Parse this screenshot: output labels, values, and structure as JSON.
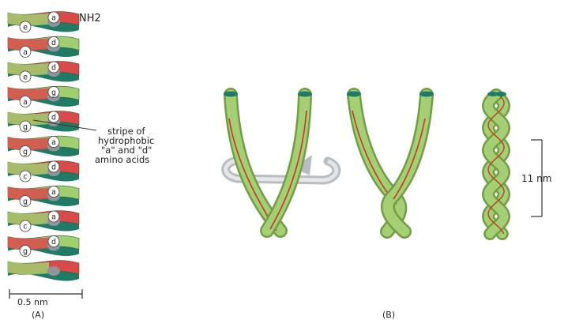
{
  "panel_a": {
    "terminal_label": "NH2",
    "residue_labels": [
      "a",
      "e",
      "d",
      "a",
      "d",
      "e",
      "g",
      "a",
      "d",
      "g",
      "a",
      "g",
      "d",
      "c",
      "a",
      "g",
      "a",
      "c",
      "d",
      "g"
    ],
    "scale_label": "0.5 nm",
    "panel_label": "(A)"
  },
  "panel_b": {
    "annotation_lines": [
      "stripe of",
      "hydrophobic",
      "\"a\" and \"d\"",
      "amino acids"
    ],
    "pitch_label": "11 nm",
    "panel_label": "(B)"
  },
  "colors": {
    "helix_red": "#d94a4a",
    "helix_teal": "#1f7a66",
    "helix_green": "#9fcf6e",
    "rod_green": "#a6cf74",
    "stripe_red": "#c0392b",
    "arrow_gray": "#bfc3c6"
  }
}
